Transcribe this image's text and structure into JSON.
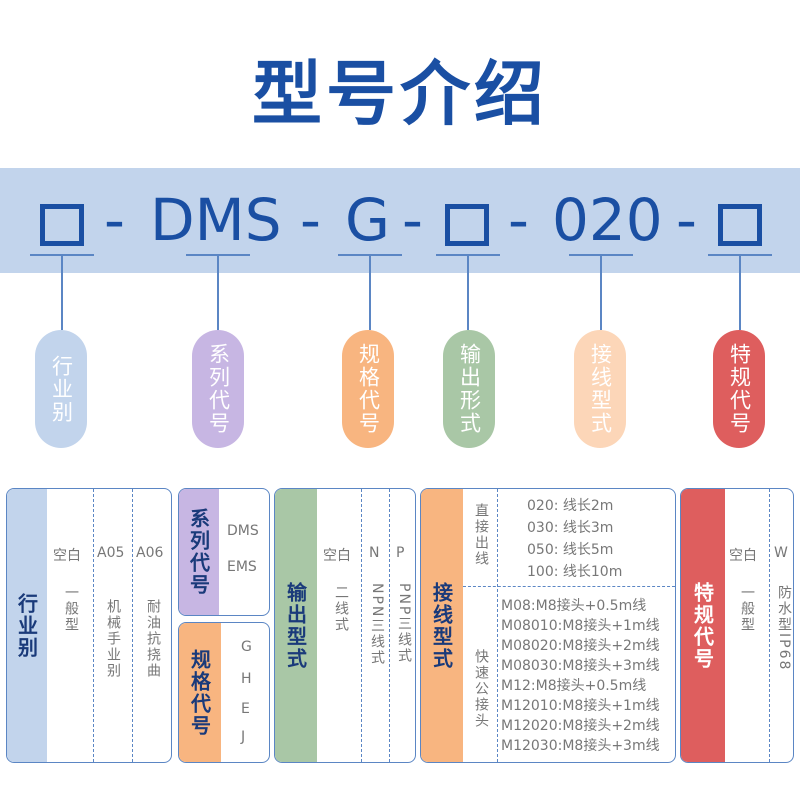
{
  "title": "型号介绍",
  "code": {
    "sep": "-",
    "series": "DMS",
    "spec": "G",
    "wire": "020"
  },
  "pills": [
    {
      "label": "行业别",
      "color": "#c2d4ec"
    },
    {
      "label": "系列代号",
      "color": "#c7b6e3"
    },
    {
      "label": "规格代号",
      "color": "#f8b580"
    },
    {
      "label": "输出形式",
      "color": "#a9c7a6"
    },
    {
      "label": "接线型式",
      "color": "#fcd6b8"
    },
    {
      "label": "特规代号",
      "color": "#de5e5e"
    }
  ],
  "t1": {
    "header": "行业别",
    "cols": [
      {
        "code": "空白",
        "desc": "一般型"
      },
      {
        "code": "A05",
        "desc": "机械手业别"
      },
      {
        "code": "A06",
        "desc": "耐油抗挠曲"
      }
    ]
  },
  "t2": {
    "header": "系列代号",
    "items": [
      "DMS",
      "EMS"
    ]
  },
  "t3": {
    "header": "规格代号",
    "items": [
      "G",
      "H",
      "E",
      "J"
    ]
  },
  "t4": {
    "header": "输出型式",
    "cols": [
      {
        "code": "空白",
        "desc": "二线式"
      },
      {
        "code": "N",
        "desc": "NPN三线式"
      },
      {
        "code": "P",
        "desc": "PNP三线式"
      }
    ]
  },
  "t5": {
    "header": "接线型式",
    "group1": {
      "label": "直接出线",
      "lines": [
        "020:  线长2m",
        "030:  线长3m",
        "050:  线长5m",
        "100:  线长10m"
      ]
    },
    "group2": {
      "label": "快速公接头",
      "lines": [
        "M08:M8接头+0.5m线",
        "M08010:M8接头+1m线",
        "M08020:M8接头+2m线",
        "M08030:M8接头+3m线",
        "M12:M8接头+0.5m线",
        "M12010:M8接头+1m线",
        "M12020:M8接头+2m线",
        "M12030:M8接头+3m线"
      ]
    }
  },
  "t6": {
    "header": "特规代号",
    "cols": [
      {
        "code": "空白",
        "desc": "一般型"
      },
      {
        "code": "W",
        "desc": "防水型IP68"
      }
    ]
  }
}
